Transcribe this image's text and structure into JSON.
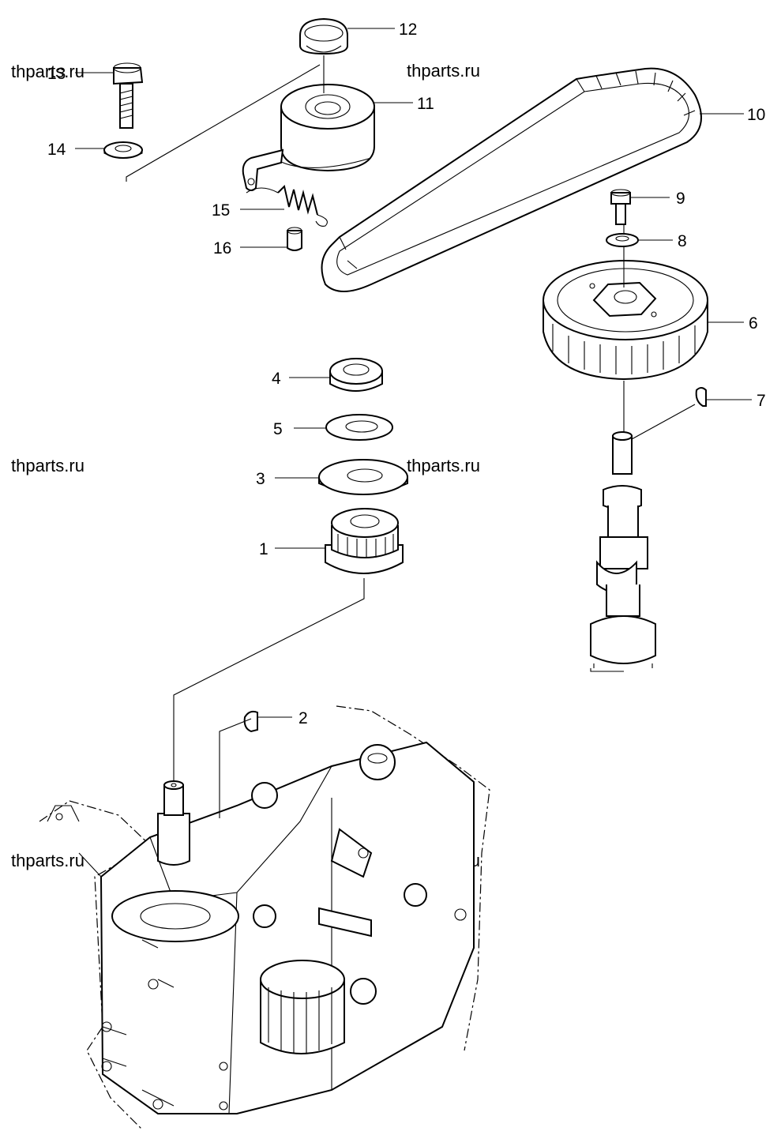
{
  "watermark": {
    "text": "thparts.ru"
  },
  "callouts": [
    {
      "id": "1",
      "label": "1"
    },
    {
      "id": "2",
      "label": "2"
    },
    {
      "id": "3",
      "label": "3"
    },
    {
      "id": "4",
      "label": "4"
    },
    {
      "id": "5",
      "label": "5"
    },
    {
      "id": "6",
      "label": "6"
    },
    {
      "id": "7",
      "label": "7"
    },
    {
      "id": "8",
      "label": "8"
    },
    {
      "id": "9",
      "label": "9"
    },
    {
      "id": "10",
      "label": "10"
    },
    {
      "id": "11",
      "label": "11"
    },
    {
      "id": "12",
      "label": "12"
    },
    {
      "id": "13",
      "label": "13"
    },
    {
      "id": "14",
      "label": "14"
    },
    {
      "id": "15",
      "label": "15"
    },
    {
      "id": "16",
      "label": "16"
    }
  ]
}
